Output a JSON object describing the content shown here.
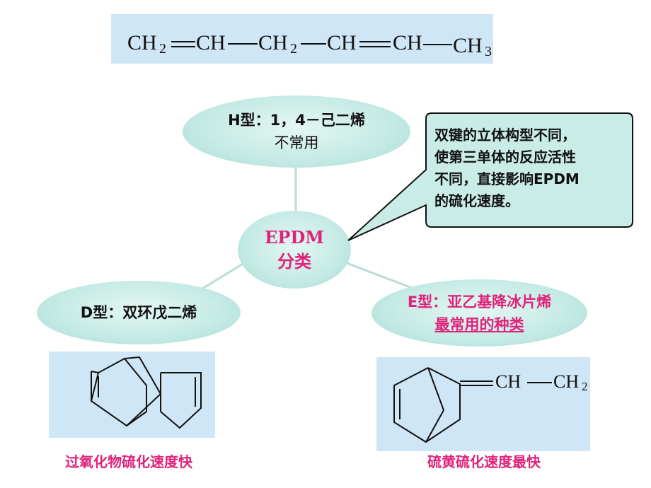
{
  "top_formula": {
    "g1": "CH",
    "s1": "2",
    "g2": "CH",
    "g3": "CH",
    "s3": "2",
    "g4": "CH",
    "g5": "CH",
    "g6": "CH",
    "s6": "3"
  },
  "center": {
    "line1": "EPDM",
    "line2": "分类"
  },
  "h_type": {
    "line1": "H型：1，4－己二烯",
    "line2": "不常用"
  },
  "d_type": {
    "line1": "D型：双环戊二烯"
  },
  "e_type": {
    "line1": "E型：亚乙基降冰片烯",
    "line2": "最常用的种类"
  },
  "callout": {
    "line1": "双键的立体构型不同，",
    "line2": "使第三单体的反应活性",
    "line3": "不同，直接影响EPDM",
    "line4": "的硫化速度。"
  },
  "e_structure": {
    "g1": "CH",
    "g2": "CH",
    "s2": "2"
  },
  "captions": {
    "left": "过氧化物硫化速度快",
    "right": "硫黄硫化速度最快"
  },
  "colors": {
    "accent_pink": "#e0237a",
    "box_blue": "#cfe6f7",
    "bubble_teal": "#c7ebe5"
  }
}
